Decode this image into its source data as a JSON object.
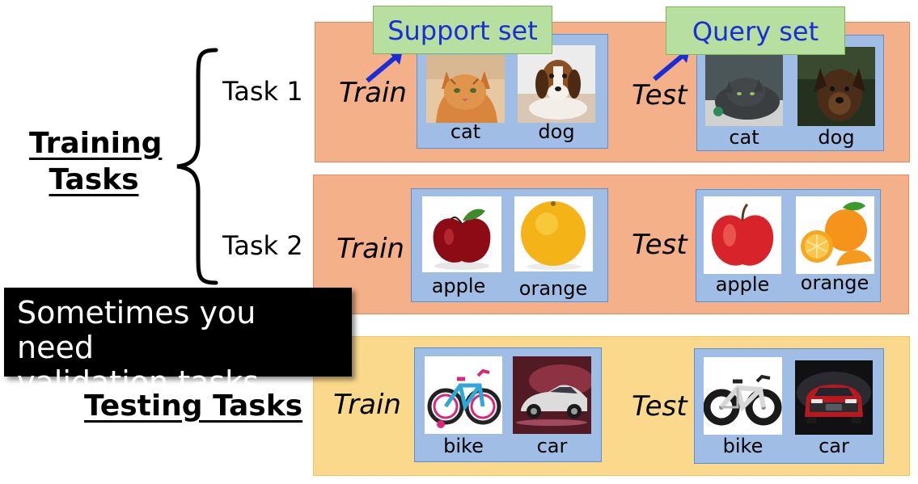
{
  "groups": {
    "training": {
      "line1": "Training",
      "line2": "Tasks"
    },
    "testing": "Testing Tasks"
  },
  "tasks": [
    {
      "label": "Task 1"
    },
    {
      "label": "Task 2"
    }
  ],
  "phases": {
    "train": "Train",
    "test": "Test"
  },
  "callouts": {
    "support": "Support set",
    "query": "Query set"
  },
  "note": {
    "line1": "Sometimes you need",
    "line2": "validation tasks"
  },
  "rows": [
    {
      "train_items": [
        {
          "label": "cat",
          "icon": "cat-photo"
        },
        {
          "label": "dog",
          "icon": "dog-photo"
        }
      ],
      "test_items": [
        {
          "label": "cat",
          "icon": "cat-photo"
        },
        {
          "label": "dog",
          "icon": "dog-photo"
        }
      ]
    },
    {
      "train_items": [
        {
          "label": "apple",
          "icon": "apple-photo"
        },
        {
          "label": "orange",
          "icon": "orange-photo"
        }
      ],
      "test_items": [
        {
          "label": "apple",
          "icon": "apple-photo"
        },
        {
          "label": "orange",
          "icon": "orange-photo"
        }
      ]
    },
    {
      "train_items": [
        {
          "label": "bike",
          "icon": "bike-photo"
        },
        {
          "label": "car",
          "icon": "car-photo"
        }
      ],
      "test_items": [
        {
          "label": "bike",
          "icon": "bike-photo"
        },
        {
          "label": "car",
          "icon": "car-photo"
        }
      ]
    }
  ],
  "colors": {
    "band_orange": "#f4b189",
    "band_yellow": "#fbd98c",
    "panel_blue": "#9fbde5",
    "callout_green": "#b7dfa0",
    "callout_text": "#1a2dd8",
    "arrow": "#1a2dd8"
  }
}
